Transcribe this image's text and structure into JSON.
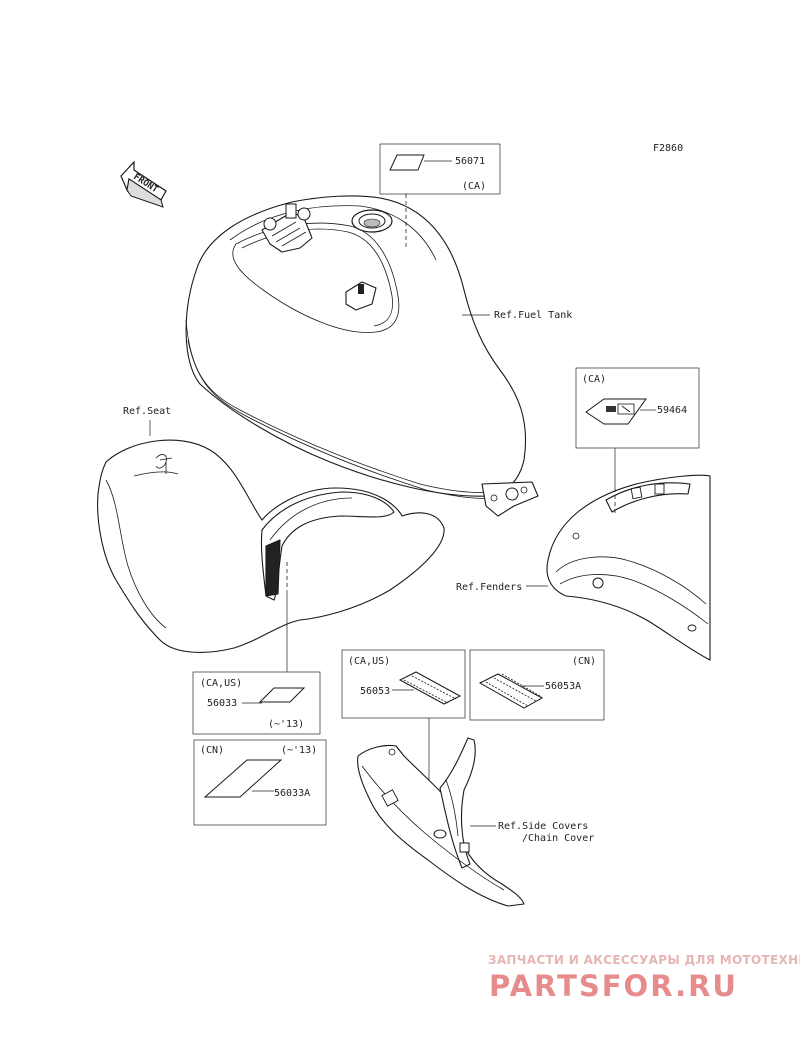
{
  "figure_code": "F2860",
  "front_arrow": "FRONT",
  "refs": {
    "fuel_tank": "Ref.Fuel Tank",
    "seat": "Ref.Seat",
    "fenders": "Ref.Fenders",
    "side_covers_line1": "Ref.Side Covers",
    "side_covers_line2": "/Chain Cover"
  },
  "callouts": {
    "c56071": {
      "part": "56071",
      "region": "(CA)"
    },
    "c59464": {
      "part": "59464",
      "region": "(CA)"
    },
    "c56033": {
      "part": "56033",
      "region": "(CA,US)",
      "years": "(~'13)"
    },
    "c56033a": {
      "part": "56033A",
      "region": "(CN)",
      "years": "(~'13)"
    },
    "c56053": {
      "part": "56053",
      "region": "(CA,US)"
    },
    "c56053a": {
      "part": "56053A",
      "region": "(CN)"
    }
  },
  "watermark": {
    "tagline": "ЗАПЧАСТИ И АКСЕССУАРЫ ДЛЯ МОТОТЕХНИКИ",
    "brand": "PARTSFOR.RU"
  }
}
